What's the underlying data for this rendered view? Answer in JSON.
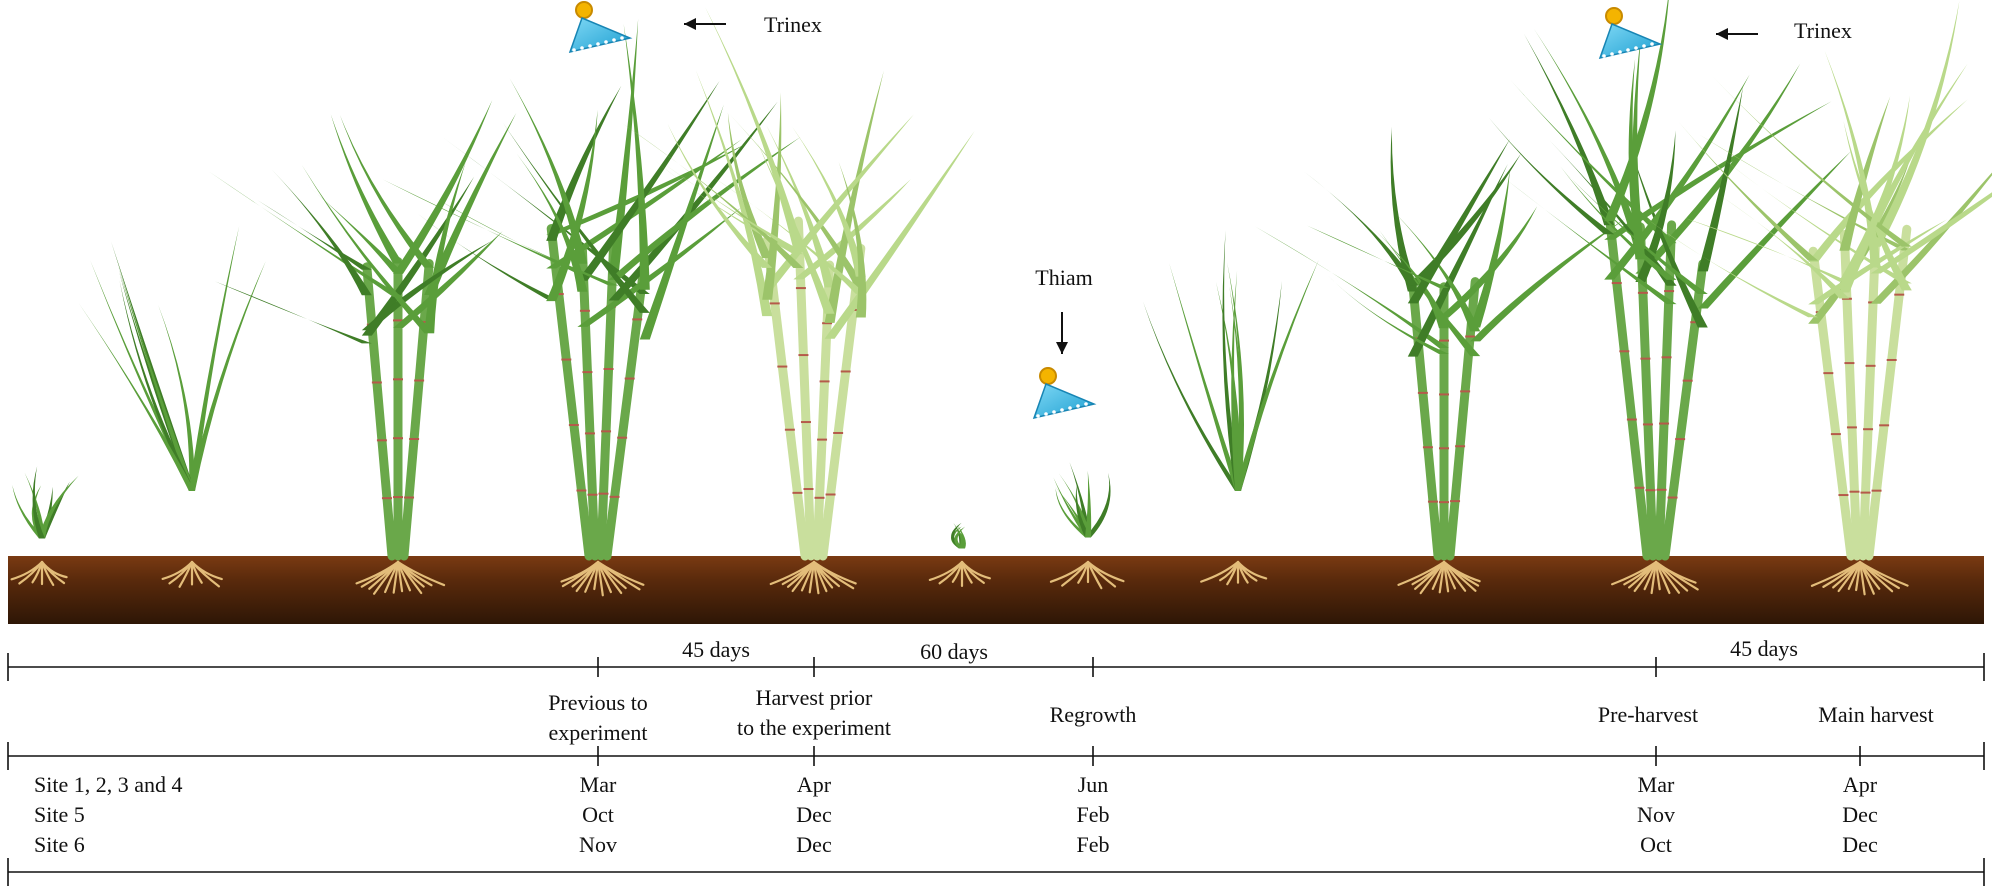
{
  "sprays": [
    {
      "name": "Trinex"
    },
    {
      "name": "Trinex"
    },
    {
      "name": "Thiam"
    }
  ],
  "intervals": [
    "45 days",
    "60 days",
    "45 days"
  ],
  "stages": [
    {
      "lines": [
        "Previous to",
        "experiment"
      ]
    },
    {
      "lines": [
        "Harvest prior",
        "to the experiment"
      ]
    },
    {
      "lines": [
        "Regrowth"
      ]
    },
    {
      "lines": [
        "Pre-harvest"
      ]
    },
    {
      "lines": [
        "Main harvest"
      ]
    }
  ],
  "sites": [
    {
      "label": "Site 1, 2, 3 and 4",
      "months": [
        "Mar",
        "Apr",
        "Jun",
        "Mar",
        "Apr"
      ]
    },
    {
      "label": "Site 5",
      "months": [
        "Oct",
        "Dec",
        "Feb",
        "Nov",
        "Dec"
      ]
    },
    {
      "label": "Site 6",
      "months": [
        "Nov",
        "Dec",
        "Feb",
        "Oct",
        "Dec"
      ]
    }
  ],
  "colors": {
    "soil_top": "#7a3a12",
    "soil_bottom": "#2e1606",
    "leaf_green": "#5a9e3a",
    "leaf_mature": "#b9d98a",
    "root": "#e3bd7a",
    "sprayer": "#2fb6e3"
  }
}
